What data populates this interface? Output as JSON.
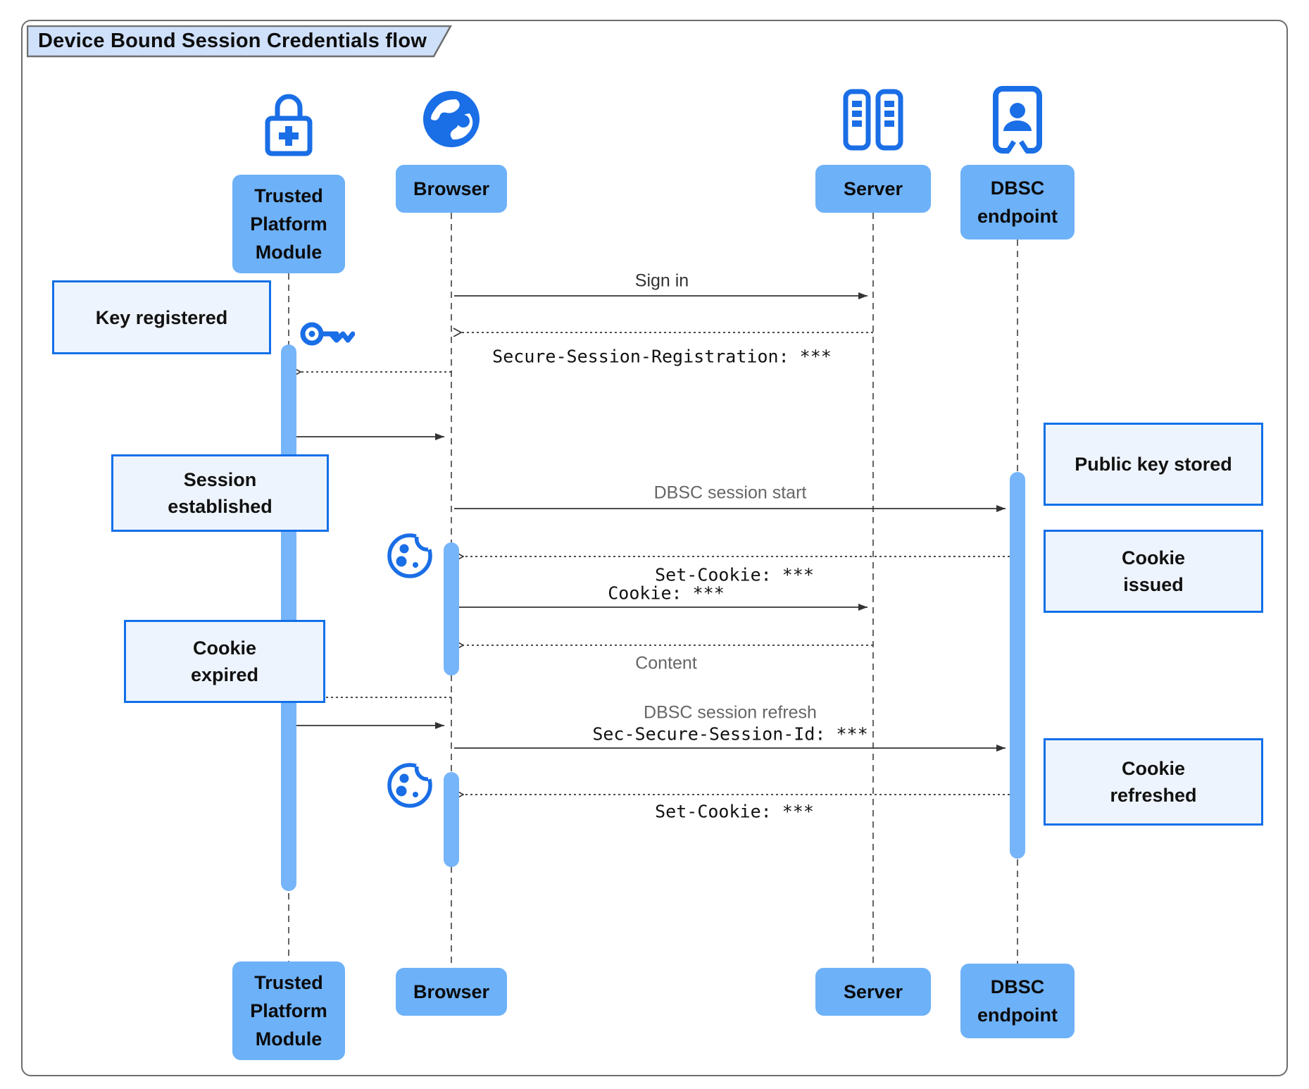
{
  "title": "Device Bound Session Credentials flow",
  "actors": {
    "tpm": {
      "label": "Trusted Platform Module",
      "icon": "lock-plus-icon"
    },
    "browser": {
      "label": "Browser",
      "icon": "globe-icon"
    },
    "server": {
      "label": "Server",
      "icon": "server-rack-icon"
    },
    "dbsc": {
      "label": "DBSC endpoint",
      "icon": "badge-person-icon"
    }
  },
  "messages": {
    "sign_in": "Sign in",
    "secure_session_registration": "Secure-Session-Registration: ***",
    "dbsc_session_start": "DBSC session start",
    "set_cookie": "Set-Cookie: ***",
    "cookie": "Cookie: ***",
    "content": "Content",
    "dbsc_session_refresh": "DBSC session refresh",
    "sec_secure_session_id": "Sec-Secure-Session-Id: ***"
  },
  "notes": {
    "key_registered": "Key registered",
    "session_established": "Session established",
    "cookie_expired": "Cookie expired",
    "public_key_stored": "Public key stored",
    "cookie_issued": "Cookie issued",
    "cookie_refreshed": "Cookie refreshed"
  },
  "decorations": [
    "key-icon",
    "cookie-icon"
  ],
  "colors": {
    "icon_blue": "#1a6ee6",
    "actor_fill": "#6db1f8",
    "activation_fill": "#77b5fa",
    "note_border": "#1170e8",
    "note_fill": "#eef4fd",
    "title_fill": "#cfe0fa",
    "arrow": "#333333"
  }
}
